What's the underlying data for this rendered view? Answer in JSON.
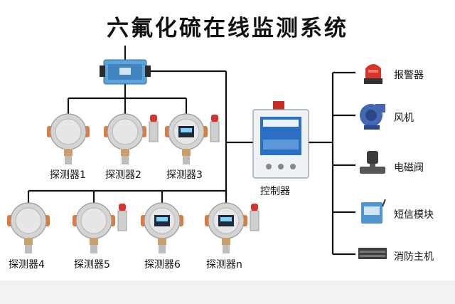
{
  "title": "六氟化硫在线监测系统",
  "sensors": [
    {
      "label": "探测器1",
      "screen": false
    },
    {
      "label": "探测器2",
      "screen": false
    },
    {
      "label": "探测器3",
      "screen": true
    },
    {
      "label": "探测器4",
      "screen": false
    },
    {
      "label": "探测器5",
      "screen": false
    },
    {
      "label": "探测器6",
      "screen": true
    },
    {
      "label": "探测器n",
      "screen": true
    }
  ],
  "controller": {
    "label": "控制器"
  },
  "outputs": [
    {
      "label": "报警器",
      "icon": "alarm-light-icon"
    },
    {
      "label": "风机",
      "icon": "fan-icon"
    },
    {
      "label": "电磁阀",
      "icon": "solenoid-valve-icon"
    },
    {
      "label": "短信模块",
      "icon": "sms-module-icon"
    },
    {
      "label": "消防主机",
      "icon": "fire-host-icon"
    }
  ],
  "colors": {
    "wire": "#111111",
    "sensor_body": "#d4d4d4",
    "sensor_flange": "#e07a3c",
    "alarm_red": "#d9342b",
    "module_blue": "#4a90c8"
  }
}
